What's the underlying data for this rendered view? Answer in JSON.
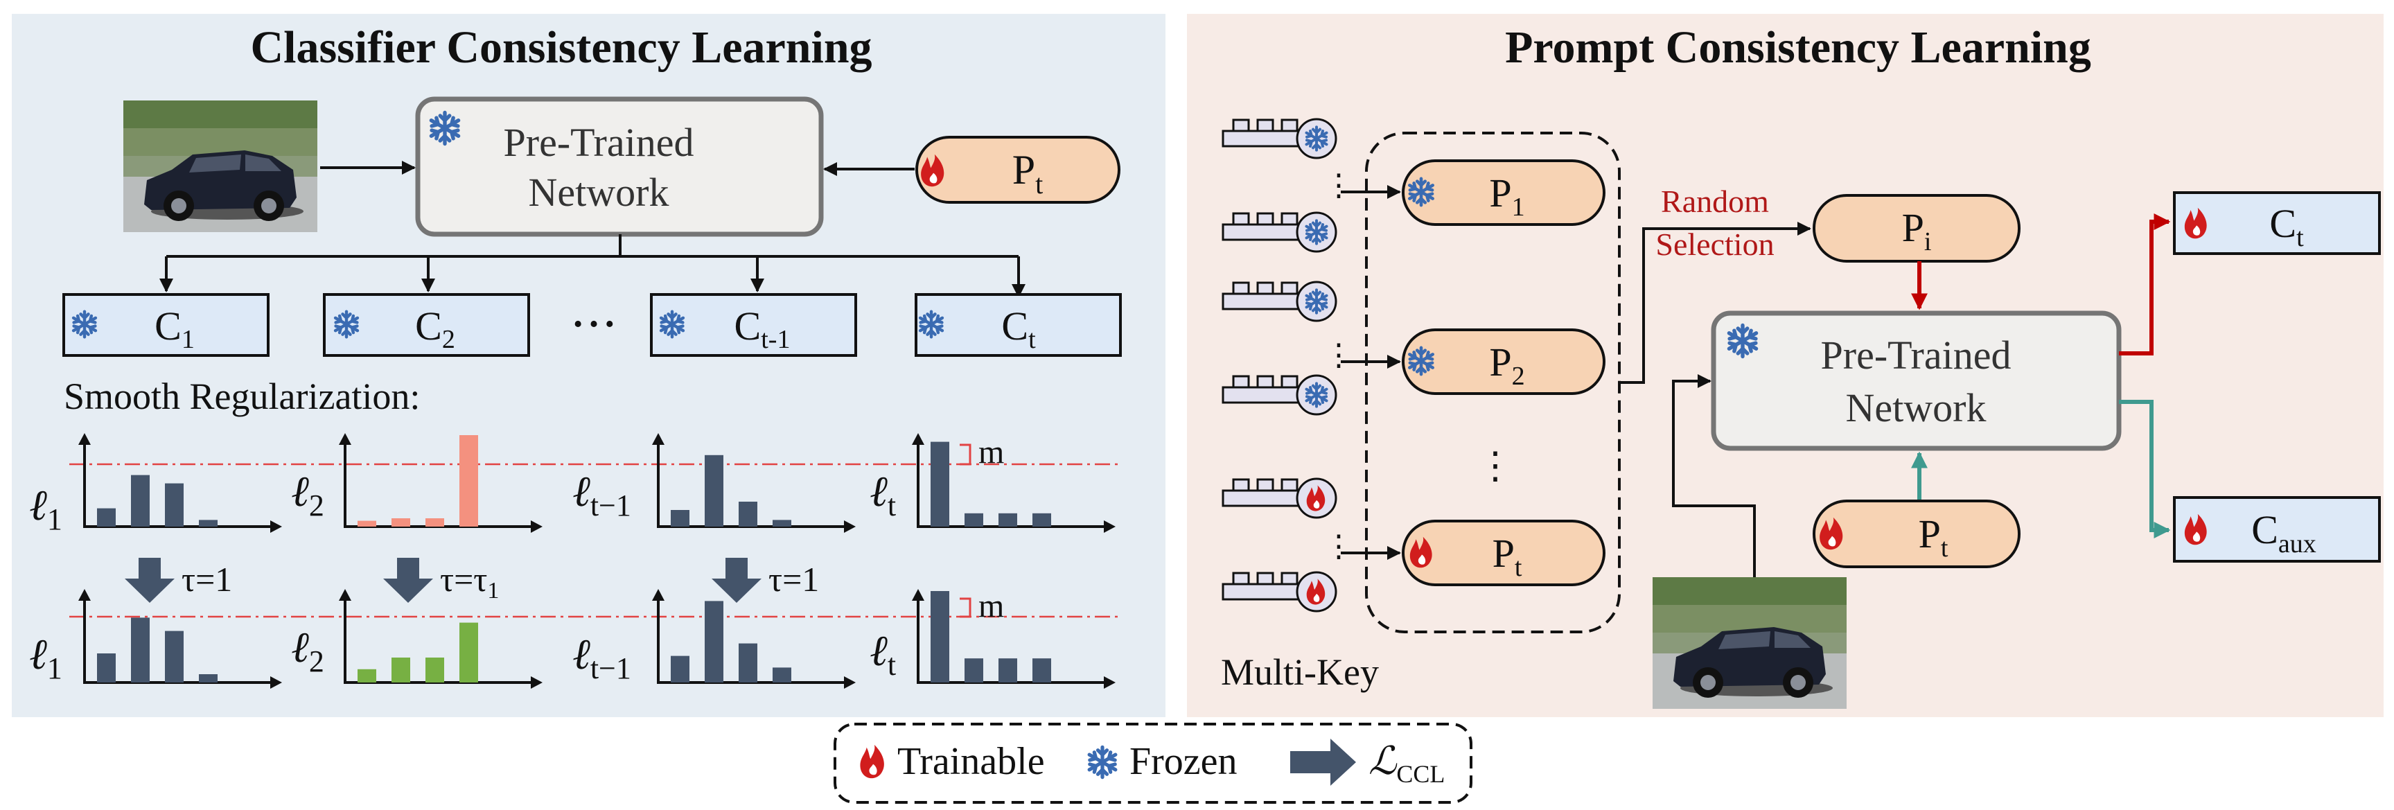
{
  "left_panel": {
    "title": "Classifier Consistency Learning",
    "network_line1": "Pre-Trained",
    "network_line2": "Network",
    "prompt": {
      "main": "P",
      "sub": "t"
    },
    "classifiers": [
      {
        "main": "C",
        "sub": "1"
      },
      {
        "main": "C",
        "sub": "2"
      },
      {
        "main": "C",
        "sub": "t-1"
      },
      {
        "main": "C",
        "sub": "t"
      }
    ],
    "ellipsis": "• • •",
    "smooth_label": "Smooth Regularization:",
    "margin_label": "m",
    "loss_labels": [
      {
        "main": "ℓ",
        "sub": "1"
      },
      {
        "main": "ℓ",
        "sub": "2"
      },
      {
        "main": "ℓ",
        "sub": "t−1"
      },
      {
        "main": "ℓ",
        "sub": "t"
      }
    ],
    "tau_labels": [
      {
        "main": "τ=1",
        "sub": ""
      },
      {
        "main": "τ=τ",
        "sub": "1"
      },
      {
        "main": "τ=1",
        "sub": ""
      }
    ]
  },
  "right_panel": {
    "title": "Prompt Consistency Learning",
    "prompts": [
      {
        "main": "P",
        "sub": "1"
      },
      {
        "main": "P",
        "sub": "2"
      },
      {
        "main": "P",
        "sub": "t"
      }
    ],
    "random_line1": "Random",
    "random_line2": "Selection",
    "selected_prompt": {
      "main": "P",
      "sub": "i"
    },
    "network_line1": "Pre-Trained",
    "network_line2": "Network",
    "bottom_prompt": {
      "main": "P",
      "sub": "t"
    },
    "outputs": [
      {
        "main": "C",
        "sub": "t"
      },
      {
        "main": "C",
        "sub": "aux"
      }
    ],
    "multi_key_label": "Multi-Key"
  },
  "legend": {
    "trainable": "Trainable",
    "frozen": "Frozen",
    "loss": {
      "main": "ℒ",
      "sub": "CCL"
    }
  },
  "chart_data": [
    {
      "type": "bar",
      "name": "ℓ1 before",
      "values": [
        0.22,
        0.62,
        0.52,
        0.08
      ],
      "color": "#44546a"
    },
    {
      "type": "bar",
      "name": "ℓ2 before",
      "values": [
        0.07,
        0.1,
        0.1,
        1.1
      ],
      "color": "#f4917f"
    },
    {
      "type": "bar",
      "name": "ℓt-1 before",
      "values": [
        0.2,
        0.86,
        0.3,
        0.08
      ],
      "color": "#44546a"
    },
    {
      "type": "bar",
      "name": "ℓt before",
      "values": [
        1.02,
        0.16,
        0.16,
        0.16
      ],
      "color": "#44546a"
    },
    {
      "type": "bar",
      "name": "ℓ1 after",
      "values": [
        0.35,
        0.78,
        0.62,
        0.1
      ],
      "color": "#44546a"
    },
    {
      "type": "bar",
      "name": "ℓ2 after",
      "values": [
        0.16,
        0.3,
        0.3,
        0.72
      ],
      "color": "#77b043"
    },
    {
      "type": "bar",
      "name": "ℓt-1 after",
      "values": [
        0.32,
        0.98,
        0.47,
        0.18
      ],
      "color": "#44546a"
    },
    {
      "type": "bar",
      "name": "ℓt after",
      "values": [
        1.1,
        0.29,
        0.29,
        0.29
      ],
      "color": "#44546a"
    }
  ],
  "colors": {
    "left_bg": "#e6edf3",
    "right_bg": "#f7ebe6",
    "network_fill": "#f0efed",
    "prompt_fill": "#f7d3b4",
    "classifier_fill": "#dde9f7",
    "trainable_flame": "#d11d1d",
    "frozen_snow": "#3a6bb2",
    "red_arrow": "#c00000",
    "teal_arrow": "#3f9a8f"
  }
}
